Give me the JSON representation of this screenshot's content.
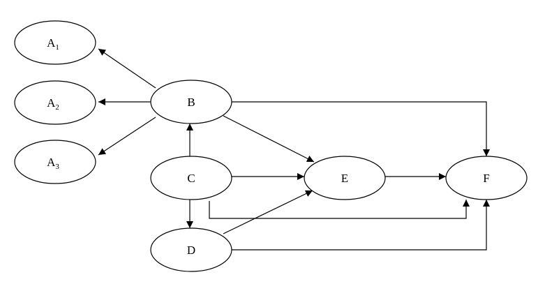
{
  "nodes": [
    {
      "id": "A1",
      "label": "A",
      "sub": "1"
    },
    {
      "id": "A2",
      "label": "A",
      "sub": "2"
    },
    {
      "id": "A3",
      "label": "A",
      "sub": "3"
    },
    {
      "id": "B",
      "label": "B",
      "sub": ""
    },
    {
      "id": "C",
      "label": "C",
      "sub": ""
    },
    {
      "id": "D",
      "label": "D",
      "sub": ""
    },
    {
      "id": "E",
      "label": "E",
      "sub": ""
    },
    {
      "id": "F",
      "label": "F",
      "sub": ""
    }
  ],
  "edges": [
    {
      "from": "B",
      "to": "A1"
    },
    {
      "from": "B",
      "to": "A2"
    },
    {
      "from": "B",
      "to": "A3"
    },
    {
      "from": "B",
      "to": "E"
    },
    {
      "from": "B",
      "to": "F"
    },
    {
      "from": "C",
      "to": "B"
    },
    {
      "from": "C",
      "to": "E"
    },
    {
      "from": "C",
      "to": "D"
    },
    {
      "from": "C",
      "to": "F"
    },
    {
      "from": "D",
      "to": "E"
    },
    {
      "from": "D",
      "to": "F"
    },
    {
      "from": "E",
      "to": "F"
    }
  ],
  "colors": {
    "stroke": "#000000",
    "fill": "#ffffff",
    "background": "#ffffff"
  }
}
